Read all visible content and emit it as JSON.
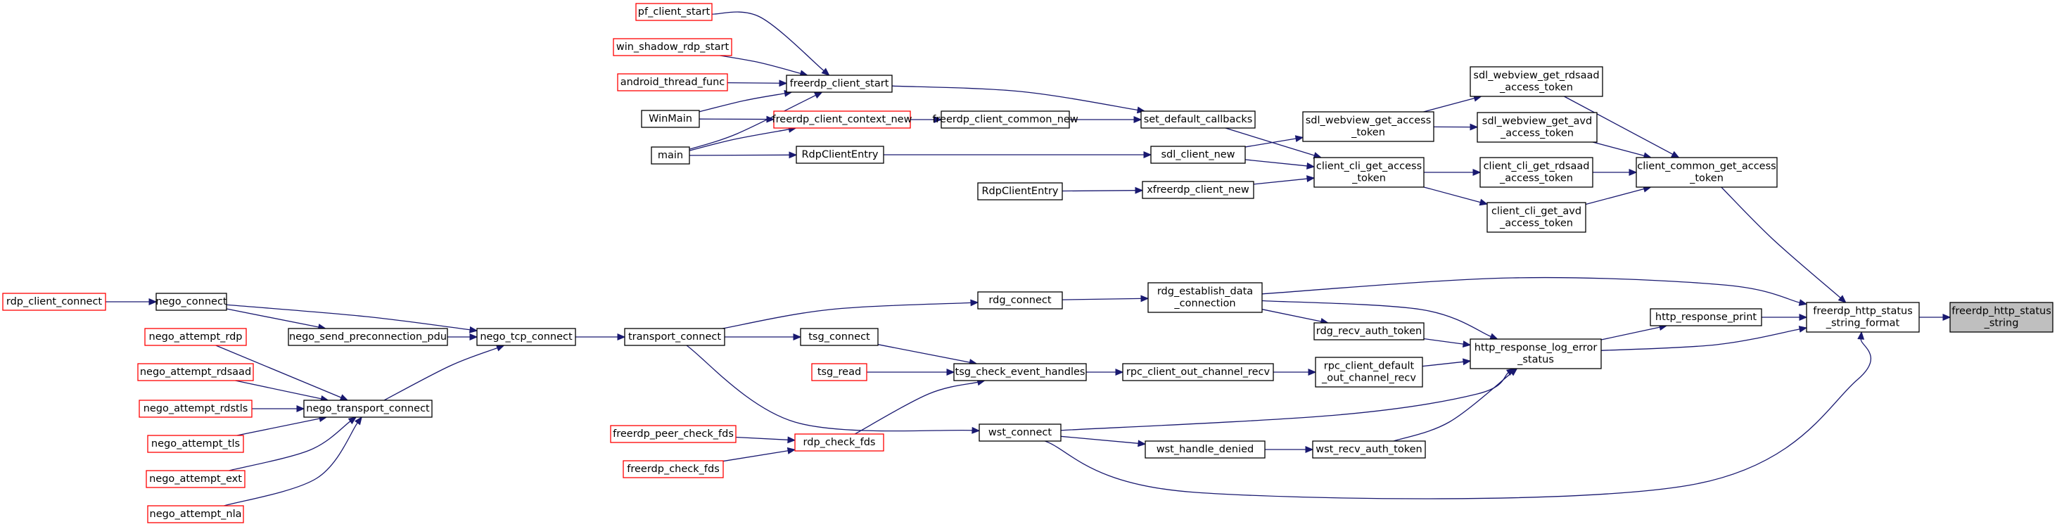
{
  "colors": {
    "edge": "#191970",
    "node_border": "#000000",
    "node_border_incomplete": "#ff0000",
    "node_fill": "#ffffff",
    "focus_fill": "#bfbfbf"
  },
  "graph": {
    "nodes": [
      {
        "id": "pf_client_start",
        "label": [
          "pf_client_start"
        ],
        "style": "incomplete"
      },
      {
        "id": "win_shadow_rdp_start",
        "label": [
          "win_shadow_rdp_start"
        ],
        "style": "incomplete"
      },
      {
        "id": "android_thread_func",
        "label": [
          "android_thread_func"
        ],
        "style": "incomplete"
      },
      {
        "id": "WinMain",
        "label": [
          "WinMain"
        ],
        "style": "normal"
      },
      {
        "id": "main",
        "label": [
          "main"
        ],
        "style": "normal"
      },
      {
        "id": "freerdp_client_start",
        "label": [
          "freerdp_client_start"
        ],
        "style": "normal"
      },
      {
        "id": "freerdp_client_context_new",
        "label": [
          "freerdp_client_context_new"
        ],
        "style": "incomplete"
      },
      {
        "id": "freerdp_client_common_new",
        "label": [
          "freerdp_client_common_new"
        ],
        "style": "normal"
      },
      {
        "id": "RdpClientEntry_1",
        "label": [
          "RdpClientEntry"
        ],
        "style": "normal"
      },
      {
        "id": "RdpClientEntry_2",
        "label": [
          "RdpClientEntry"
        ],
        "style": "normal"
      },
      {
        "id": "set_default_callbacks",
        "label": [
          "set_default_callbacks"
        ],
        "style": "normal"
      },
      {
        "id": "sdl_client_new",
        "label": [
          "sdl_client_new"
        ],
        "style": "normal"
      },
      {
        "id": "xfreerdp_client_new",
        "label": [
          "xfreerdp_client_new"
        ],
        "style": "normal"
      },
      {
        "id": "sdl_webview_get_access_token",
        "label": [
          "sdl_webview_get_access",
          "_token"
        ],
        "style": "normal"
      },
      {
        "id": "client_cli_get_access_token",
        "label": [
          "client_cli_get_access",
          "_token"
        ],
        "style": "normal"
      },
      {
        "id": "sdl_webview_get_rdsaad_access_token",
        "label": [
          "sdl_webview_get_rdsaad",
          "_access_token"
        ],
        "style": "normal"
      },
      {
        "id": "sdl_webview_get_avd_access_token",
        "label": [
          "sdl_webview_get_avd",
          "_access_token"
        ],
        "style": "normal"
      },
      {
        "id": "client_cli_get_rdsaad_access_token",
        "label": [
          "client_cli_get_rdsaad",
          "_access_token"
        ],
        "style": "normal"
      },
      {
        "id": "client_cli_get_avd_access_token",
        "label": [
          "client_cli_get_avd",
          "_access_token"
        ],
        "style": "normal"
      },
      {
        "id": "client_common_get_access_token",
        "label": [
          "client_common_get_access",
          "_token"
        ],
        "style": "normal"
      },
      {
        "id": "rdp_client_connect",
        "label": [
          "rdp_client_connect"
        ],
        "style": "incomplete"
      },
      {
        "id": "nego_connect",
        "label": [
          "nego_connect"
        ],
        "style": "normal"
      },
      {
        "id": "nego_send_preconnection_pdu",
        "label": [
          "nego_send_preconnection_pdu"
        ],
        "style": "normal"
      },
      {
        "id": "nego_attempt_rdp",
        "label": [
          "nego_attempt_rdp"
        ],
        "style": "incomplete"
      },
      {
        "id": "nego_attempt_rdsaad",
        "label": [
          "nego_attempt_rdsaad"
        ],
        "style": "incomplete"
      },
      {
        "id": "nego_attempt_rdstls",
        "label": [
          "nego_attempt_rdstls"
        ],
        "style": "incomplete"
      },
      {
        "id": "nego_attempt_tls",
        "label": [
          "nego_attempt_tls"
        ],
        "style": "incomplete"
      },
      {
        "id": "nego_attempt_ext",
        "label": [
          "nego_attempt_ext"
        ],
        "style": "incomplete"
      },
      {
        "id": "nego_attempt_nla",
        "label": [
          "nego_attempt_nla"
        ],
        "style": "incomplete"
      },
      {
        "id": "nego_transport_connect",
        "label": [
          "nego_transport_connect"
        ],
        "style": "normal"
      },
      {
        "id": "nego_tcp_connect",
        "label": [
          "nego_tcp_connect"
        ],
        "style": "normal"
      },
      {
        "id": "transport_connect",
        "label": [
          "transport_connect"
        ],
        "style": "normal"
      },
      {
        "id": "freerdp_peer_check_fds",
        "label": [
          "freerdp_peer_check_fds"
        ],
        "style": "incomplete"
      },
      {
        "id": "freerdp_check_fds",
        "label": [
          "freerdp_check_fds"
        ],
        "style": "incomplete"
      },
      {
        "id": "rdp_check_fds",
        "label": [
          "rdp_check_fds"
        ],
        "style": "incomplete"
      },
      {
        "id": "tsg_connect",
        "label": [
          "tsg_connect"
        ],
        "style": "normal"
      },
      {
        "id": "tsg_read",
        "label": [
          "tsg_read"
        ],
        "style": "incomplete"
      },
      {
        "id": "rdg_connect",
        "label": [
          "rdg_connect"
        ],
        "style": "normal"
      },
      {
        "id": "tsg_check_event_handles",
        "label": [
          "tsg_check_event_handles"
        ],
        "style": "normal"
      },
      {
        "id": "wst_connect",
        "label": [
          "wst_connect"
        ],
        "style": "normal"
      },
      {
        "id": "rpc_client_out_channel_recv",
        "label": [
          "rpc_client_out_channel_recv"
        ],
        "style": "normal"
      },
      {
        "id": "rdg_establish_data_connection",
        "label": [
          "rdg_establish_data",
          "_connection"
        ],
        "style": "normal"
      },
      {
        "id": "wst_handle_denied",
        "label": [
          "wst_handle_denied"
        ],
        "style": "normal"
      },
      {
        "id": "rdg_recv_auth_token",
        "label": [
          "rdg_recv_auth_token"
        ],
        "style": "normal"
      },
      {
        "id": "rpc_client_default_out_channel_recv",
        "label": [
          "rpc_client_default",
          "_out_channel_recv"
        ],
        "style": "normal"
      },
      {
        "id": "wst_recv_auth_token",
        "label": [
          "wst_recv_auth_token"
        ],
        "style": "normal"
      },
      {
        "id": "http_response_log_error_status",
        "label": [
          "http_response_log_error",
          "_status"
        ],
        "style": "normal"
      },
      {
        "id": "http_response_print",
        "label": [
          "http_response_print"
        ],
        "style": "normal"
      },
      {
        "id": "freerdp_http_status_string_format",
        "label": [
          "freerdp_http_status",
          "_string_format"
        ],
        "style": "normal"
      },
      {
        "id": "freerdp_http_status_string",
        "label": [
          "freerdp_http_status",
          "_string"
        ],
        "style": "focus"
      }
    ]
  }
}
